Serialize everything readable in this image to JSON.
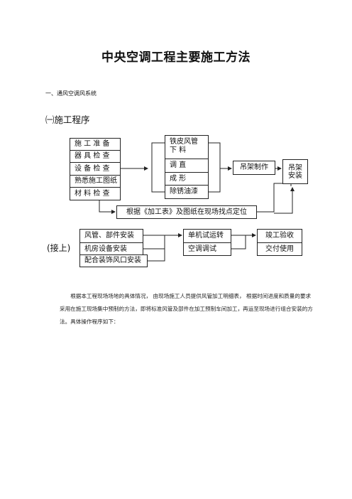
{
  "title": "中央空调工程主要施工方法",
  "section": "一、通风空调风系统",
  "subsection": "㈠施工程序",
  "flow1": {
    "prep_items": [
      "施 工 准 备",
      "器 具 检 查",
      "设 备 检 查",
      "熟悉施工图纸",
      "材 料 检 查"
    ],
    "duct_items": [
      "铁皮风管\n下    料",
      "调    直",
      "成    形",
      "除锈油漆"
    ],
    "hanger_make": "吊架制作",
    "hanger_install": "吊架\n安装",
    "locate": "根据《加工表》及图纸在现场找点定位"
  },
  "flow2": {
    "continued": "(接上)",
    "install_items": [
      "风管、部件安装",
      "机房设备安装",
      "配合装饰风口安装"
    ],
    "test_items": [
      "单机试运转",
      "空调调试"
    ],
    "final_items": [
      "竣工验收",
      "交付使用"
    ]
  },
  "paragraph": "根据本工程现场场地的具体情况， 由现场施工人员提供风管加工明细表， 根据时间进度和质量的要求采用在施工现场集中预制的方法，即将标准风管及部件在加工预制车间加工，再运至现场进行组合安装的方法。具体操作程序如下："
}
